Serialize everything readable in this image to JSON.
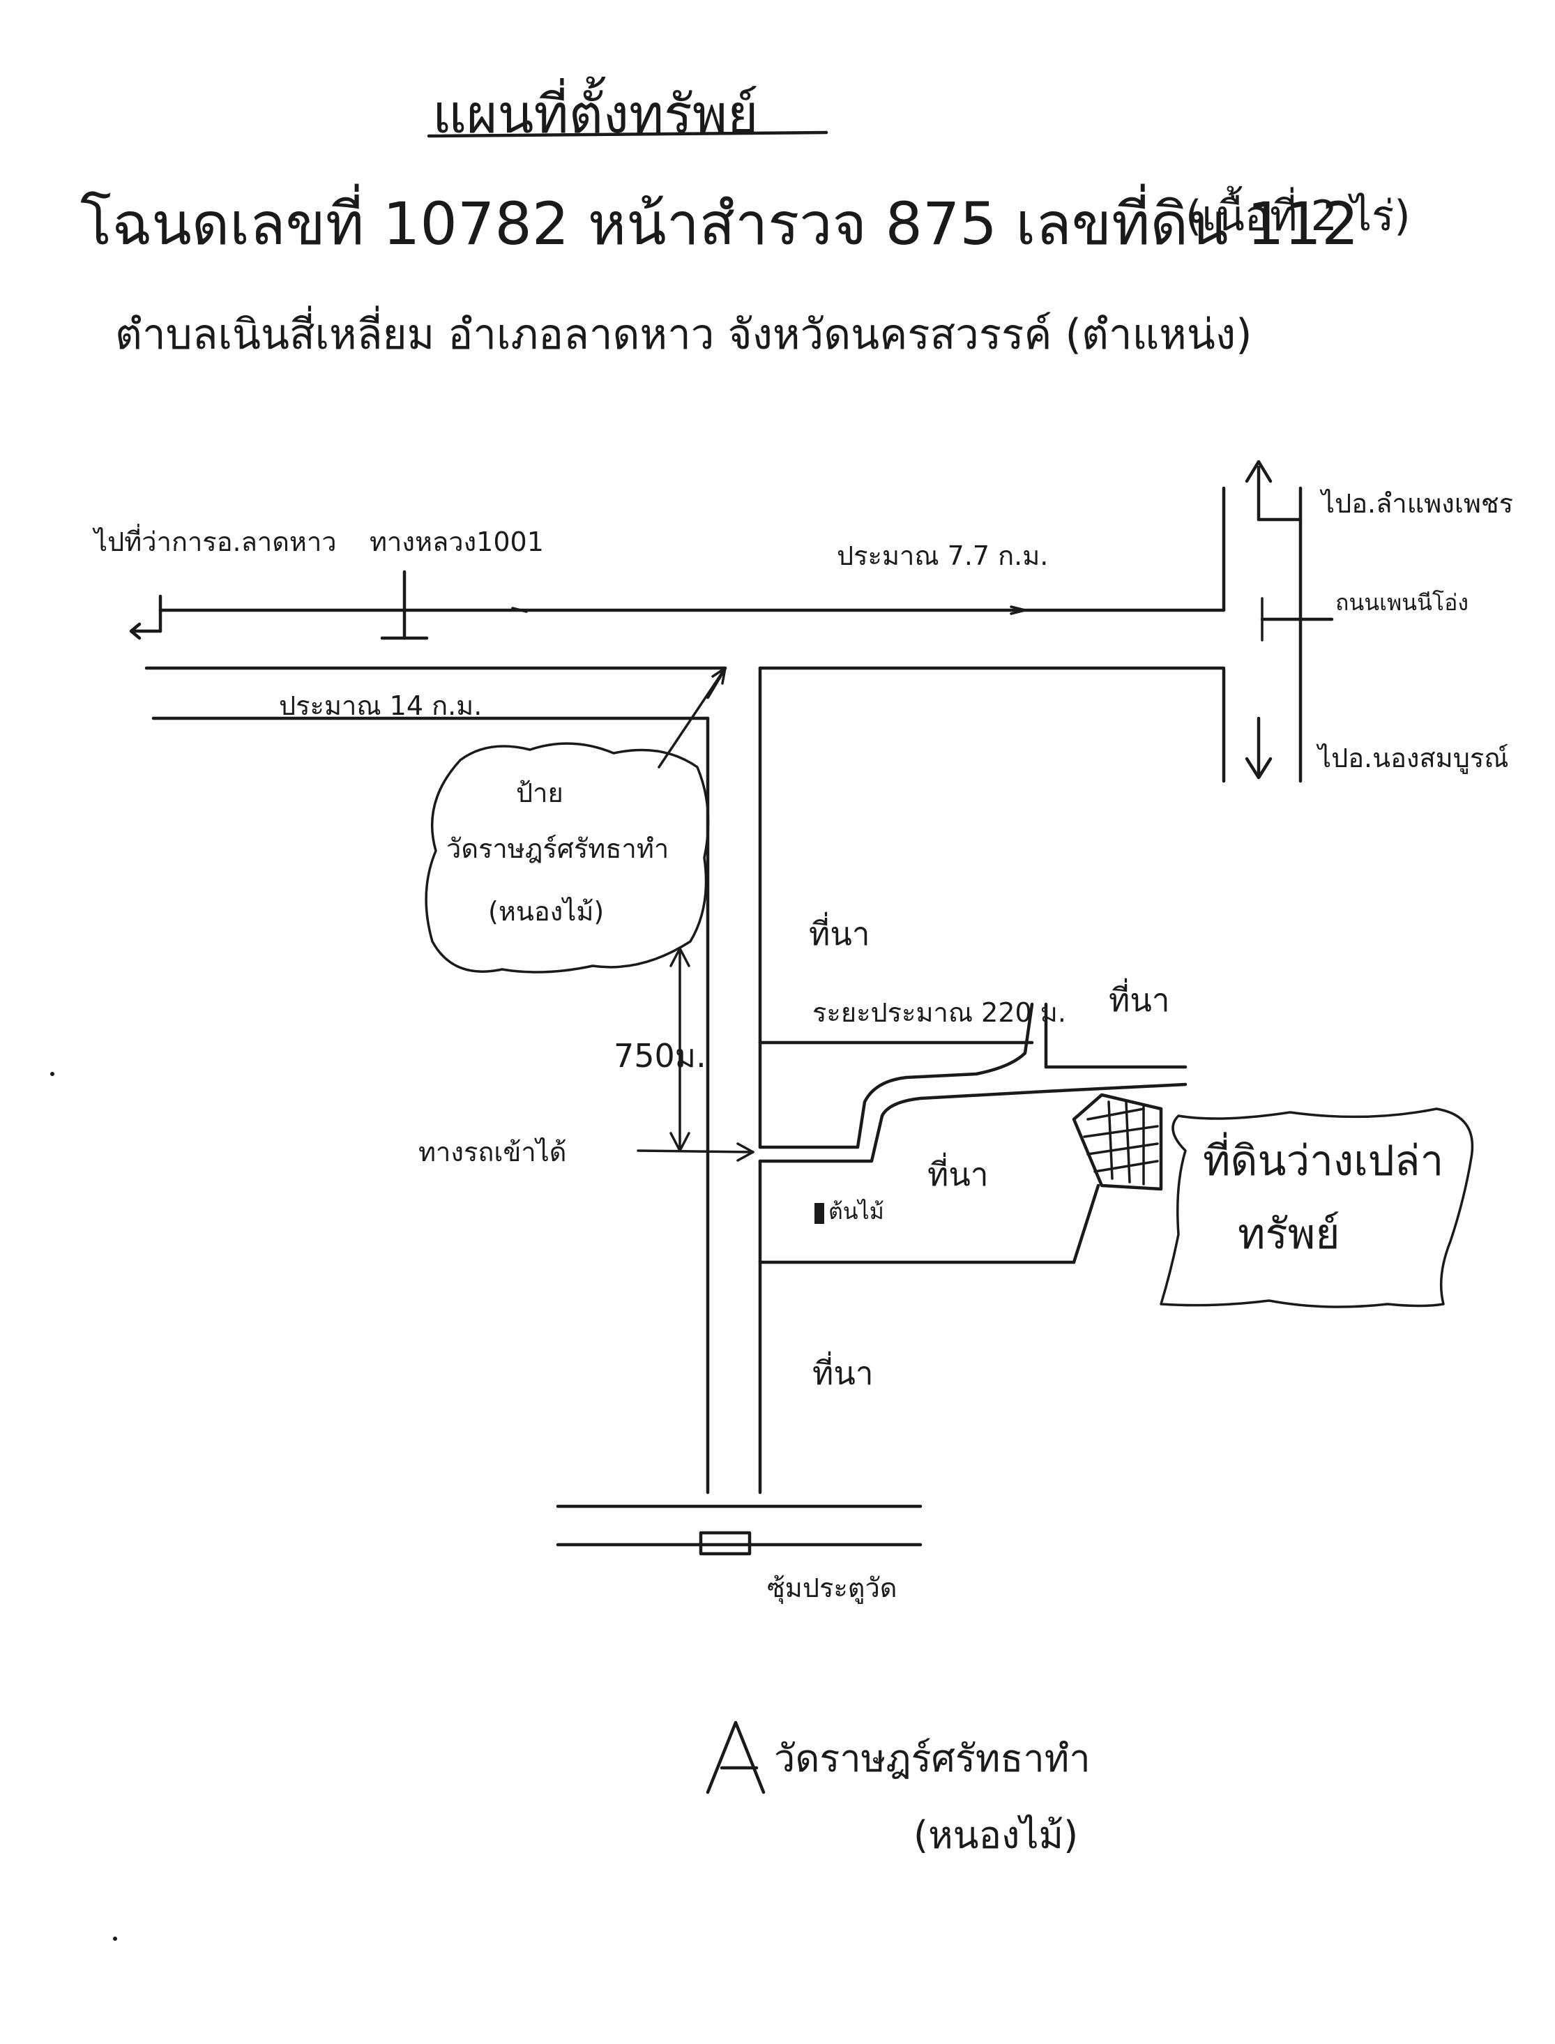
{
  "header": {
    "title": "แผนที่ตั้งทรัพย์",
    "deed_line": "โฉนดเลขที่ 10782 หน้าสำรวจ 875 เลขที่ดิน 112",
    "area_note": "(เนื้อที่ 2 ไร่)",
    "location_line": "ตำบลเนินสี่เหลี่ยม อำเภอลาดหาว จังหวัดนครสวรรค์ (ตำแหน่ง)"
  },
  "labels": {
    "to_lathao": "ไปที่ว่าการอ.ลาดหาว",
    "highway_1001": "ทางหลวง1001",
    "dist_77": "ประมาณ 7.7 ก.ม.",
    "to_north_town": "ไปอ.ลำแพงเพชร",
    "to_west_road": "ถนนเพนนีโอ่ง",
    "to_south_town": "ไปอ.นองสมบูรณ์",
    "dist_14": "ประมาณ 14 ก.ม.",
    "sign_1": "ป้าย",
    "sign_2": "วัดราษฎร์ศรัทธาทำ",
    "sign_3": "(หนองไม้)",
    "paddy_1": "ที่นา",
    "paddy_2": "ที่นา",
    "paddy_3": "ที่นา",
    "paddy_4": "ที่นา",
    "dist_220": "ระยะประมาณ 220 ม.",
    "dist_750": "750ม.",
    "turn_here": "ทางรถเข้าได้",
    "tree": "ต้นไม้",
    "plot_1": "ที่ดินว่างเปล่า",
    "plot_2": "ทรัพย์",
    "temple_gate": "ซุ้มประตูวัด",
    "legend_1": "วัดราษฎร์ศรัทธาทำ",
    "legend_2": "(หนองไม้)"
  }
}
